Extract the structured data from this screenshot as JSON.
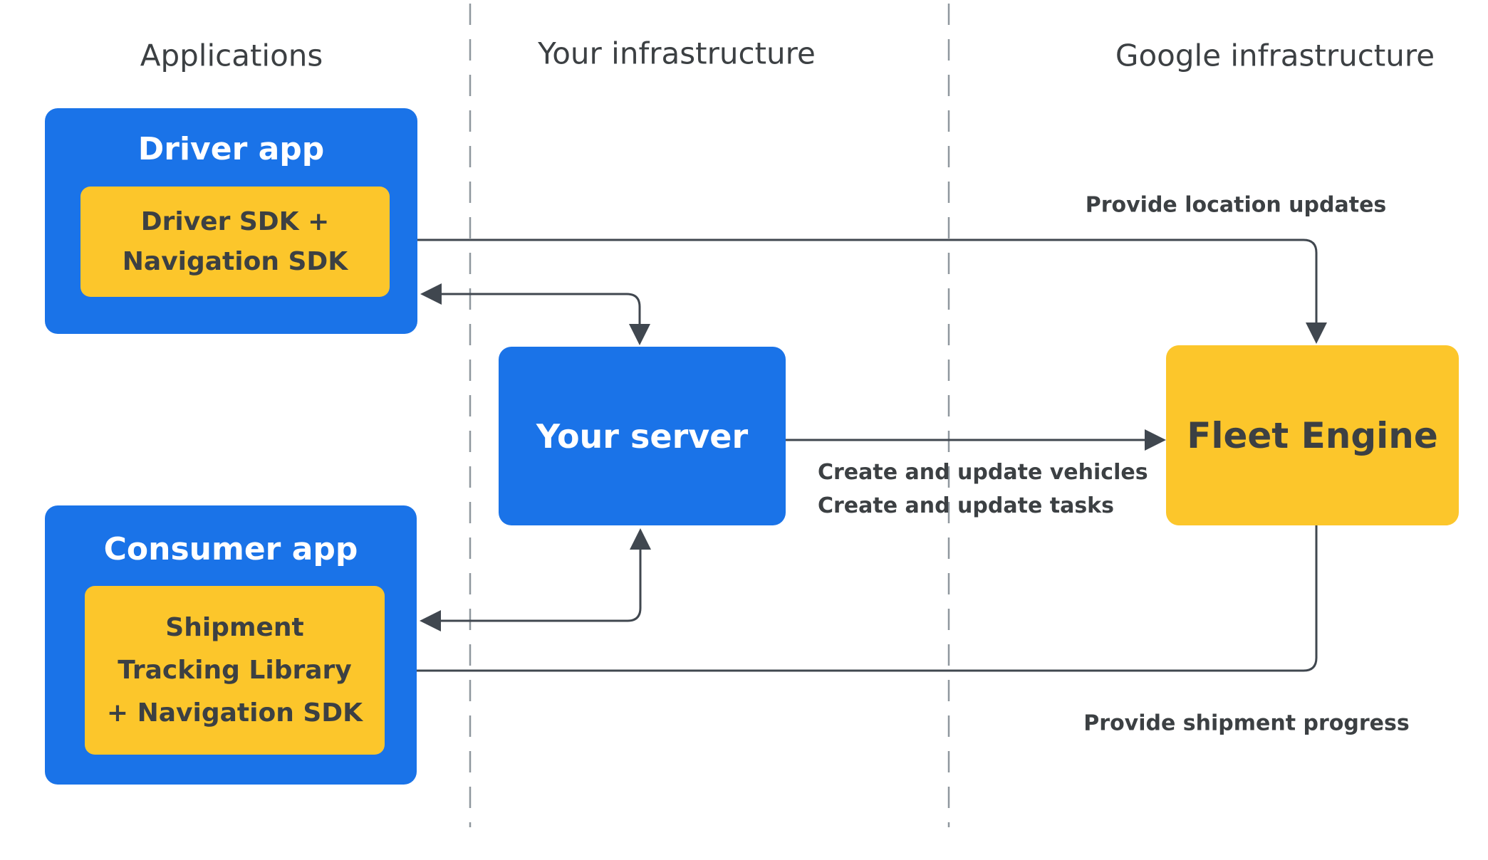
{
  "columns": [
    {
      "label": "Applications"
    },
    {
      "label": "Your infrastructure"
    },
    {
      "label": "Google infrastructure"
    }
  ],
  "nodes": {
    "driver_app": {
      "label": "Driver app"
    },
    "driver_sdk": {
      "lines": [
        "Driver SDK +",
        "Navigation SDK"
      ]
    },
    "your_server": {
      "label": "Your server"
    },
    "fleet_engine": {
      "label": "Fleet Engine"
    },
    "consumer_app": {
      "label": "Consumer app"
    },
    "shipment_lib": {
      "lines": [
        "Shipment",
        "Tracking Library",
        "+ Navigation SDK"
      ]
    }
  },
  "edges": {
    "provide_location_updates": "Provide location updates",
    "create_update_vehicles": "Create and update vehicles",
    "create_update_tasks": "Create and update tasks",
    "provide_shipment_progress": "Provide shipment progress"
  },
  "colors": {
    "blue": "#1a73e8",
    "yellow": "#fcc62b",
    "ink": "#3c4043",
    "line": "#40474f",
    "divider": "#8f979e",
    "bg": "#ffffff"
  }
}
